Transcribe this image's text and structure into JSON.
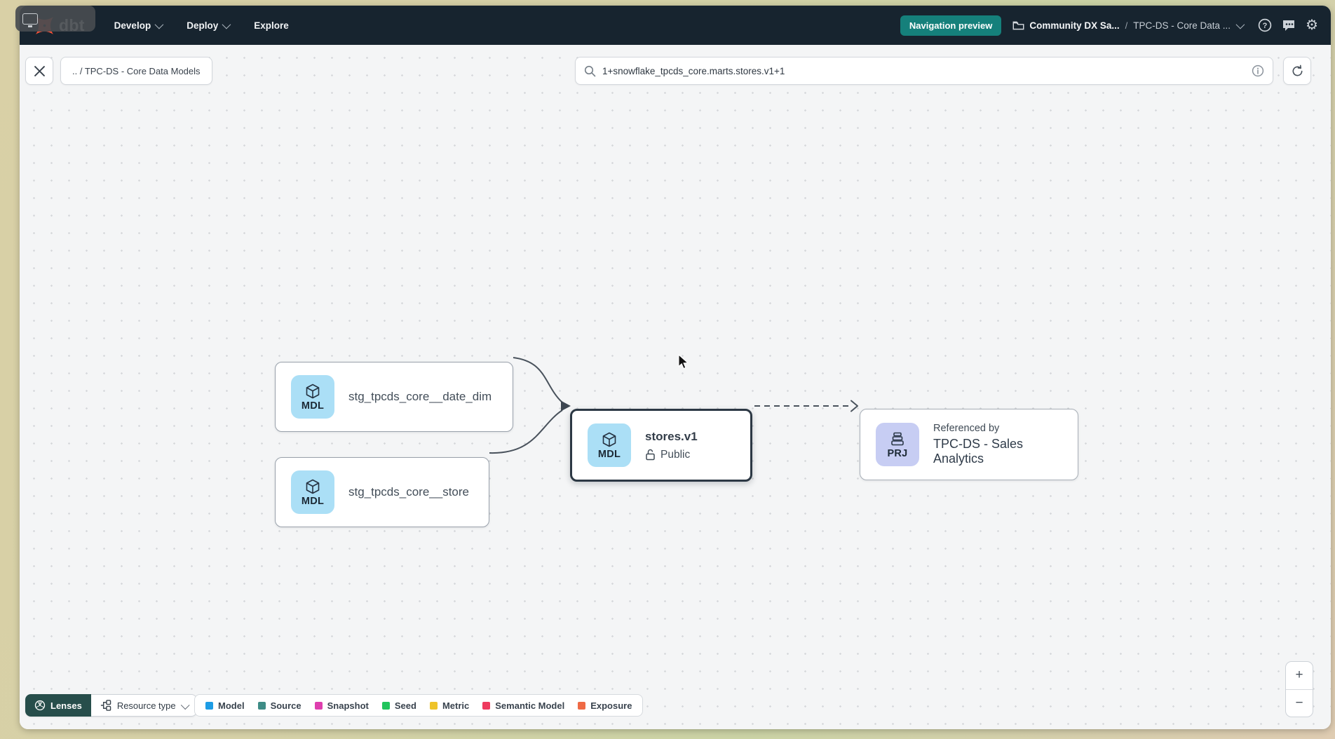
{
  "colors": {
    "navbar_bg": "#17242f",
    "accent_teal": "#15807b",
    "model_badge_bg": "#abdff6",
    "project_badge_bg": "#c7cdf3",
    "lenses_bg": "#274e4b"
  },
  "topbar": {
    "logo": "dbt",
    "menu": [
      {
        "label": "Develop"
      },
      {
        "label": "Deploy"
      },
      {
        "label": "Explore"
      }
    ],
    "preview_badge": "Navigation preview",
    "account": "Community DX Sa...",
    "separator": "/",
    "project": "TPC-DS - Core Data ..."
  },
  "toolbar": {
    "breadcrumb_chip": ".. / TPC-DS - Core Data Models",
    "search_value": "1+snowflake_tpcds_core.marts.stores.v1+1"
  },
  "graph": {
    "nodes": {
      "date_dim": {
        "badge": "MDL",
        "label": "stg_tpcds_core__date_dim"
      },
      "store": {
        "badge": "MDL",
        "label": "stg_tpcds_core__store"
      },
      "stores_v1": {
        "badge": "MDL",
        "title": "stores.v1",
        "access": "Public"
      },
      "referenced": {
        "badge": "PRJ",
        "kicker": "Referenced by",
        "title": "TPC-DS - Sales Analytics"
      }
    }
  },
  "footer": {
    "lenses_label": "Lenses",
    "resource_type_label": "Resource type",
    "legend": [
      {
        "label": "Model",
        "color": "#1d9ce5"
      },
      {
        "label": "Source",
        "color": "#3e8c86"
      },
      {
        "label": "Snapshot",
        "color": "#de3fae"
      },
      {
        "label": "Seed",
        "color": "#21c45c"
      },
      {
        "label": "Metric",
        "color": "#eec32a"
      },
      {
        "label": "Semantic Model",
        "color": "#ee3a5e"
      },
      {
        "label": "Exposure",
        "color": "#ef6a45"
      }
    ],
    "zoom_in": "+",
    "zoom_out": "−"
  }
}
